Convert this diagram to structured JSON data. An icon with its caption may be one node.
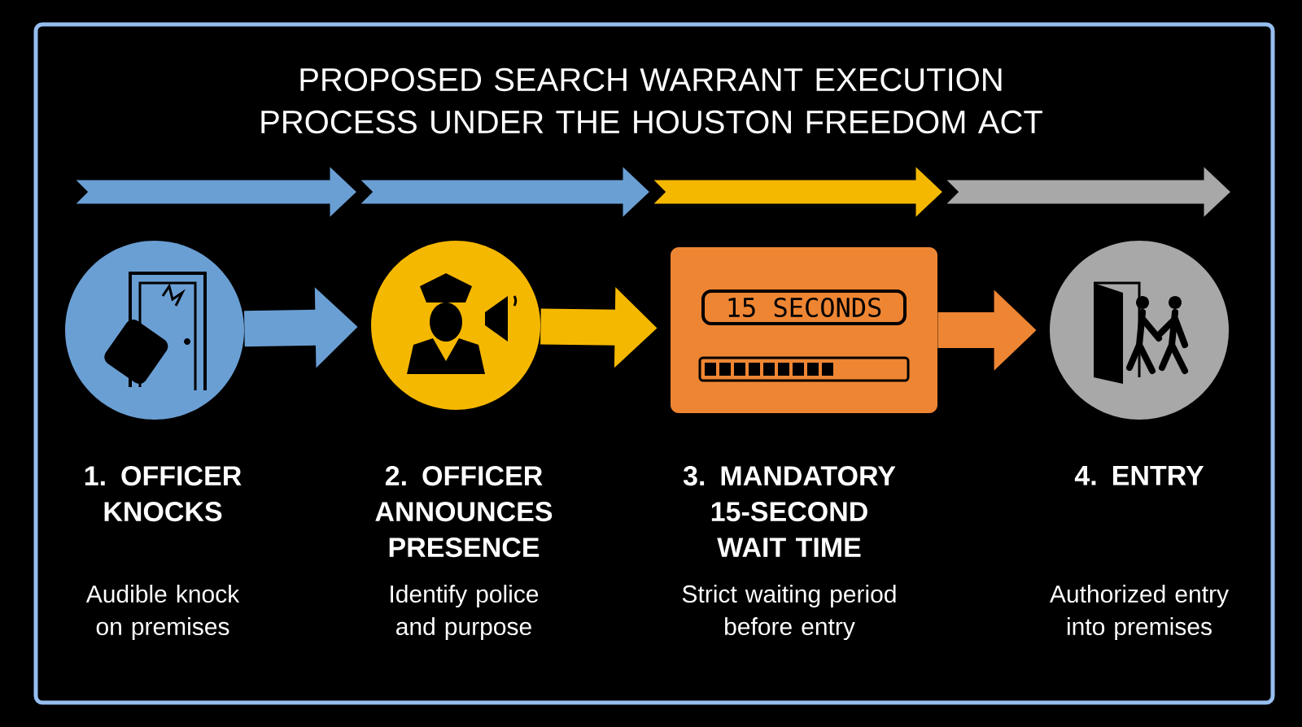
{
  "diagram": {
    "title": "PROPOSED SEARCH WARRANT EXECUTION PROCESS UNDER THE HOUSTON FREEDOM ACT",
    "nodes": [
      {
        "text": [],
        "shape": "circle"
      },
      {
        "text": [],
        "shape": "circle"
      },
      {
        "text": [
          "15 SECONDS"
        ]
      },
      {
        "text": [],
        "shape": "circle"
      }
    ],
    "edges": [
      {
        "from": 0,
        "to": 1,
        "arrow": "to",
        "color": "#6a9fd4"
      },
      {
        "from": 1,
        "to": 2,
        "arrow": "to",
        "color": "#f5b800"
      },
      {
        "from": 2,
        "to": 3,
        "arrow": "to",
        "color": "#ee8533"
      }
    ],
    "labels": [
      "1. OFFICER KNOCKS",
      "2. OFFICER ANNOUNCES PRESENCE",
      "3. MANDATORY 15-SECOND WAIT TIME",
      "4. ENTRY",
      "Audible knock on premises",
      "Identify police and purpose",
      "Strict waiting period before entry",
      "Authorized entry into premises"
    ]
  }
}
